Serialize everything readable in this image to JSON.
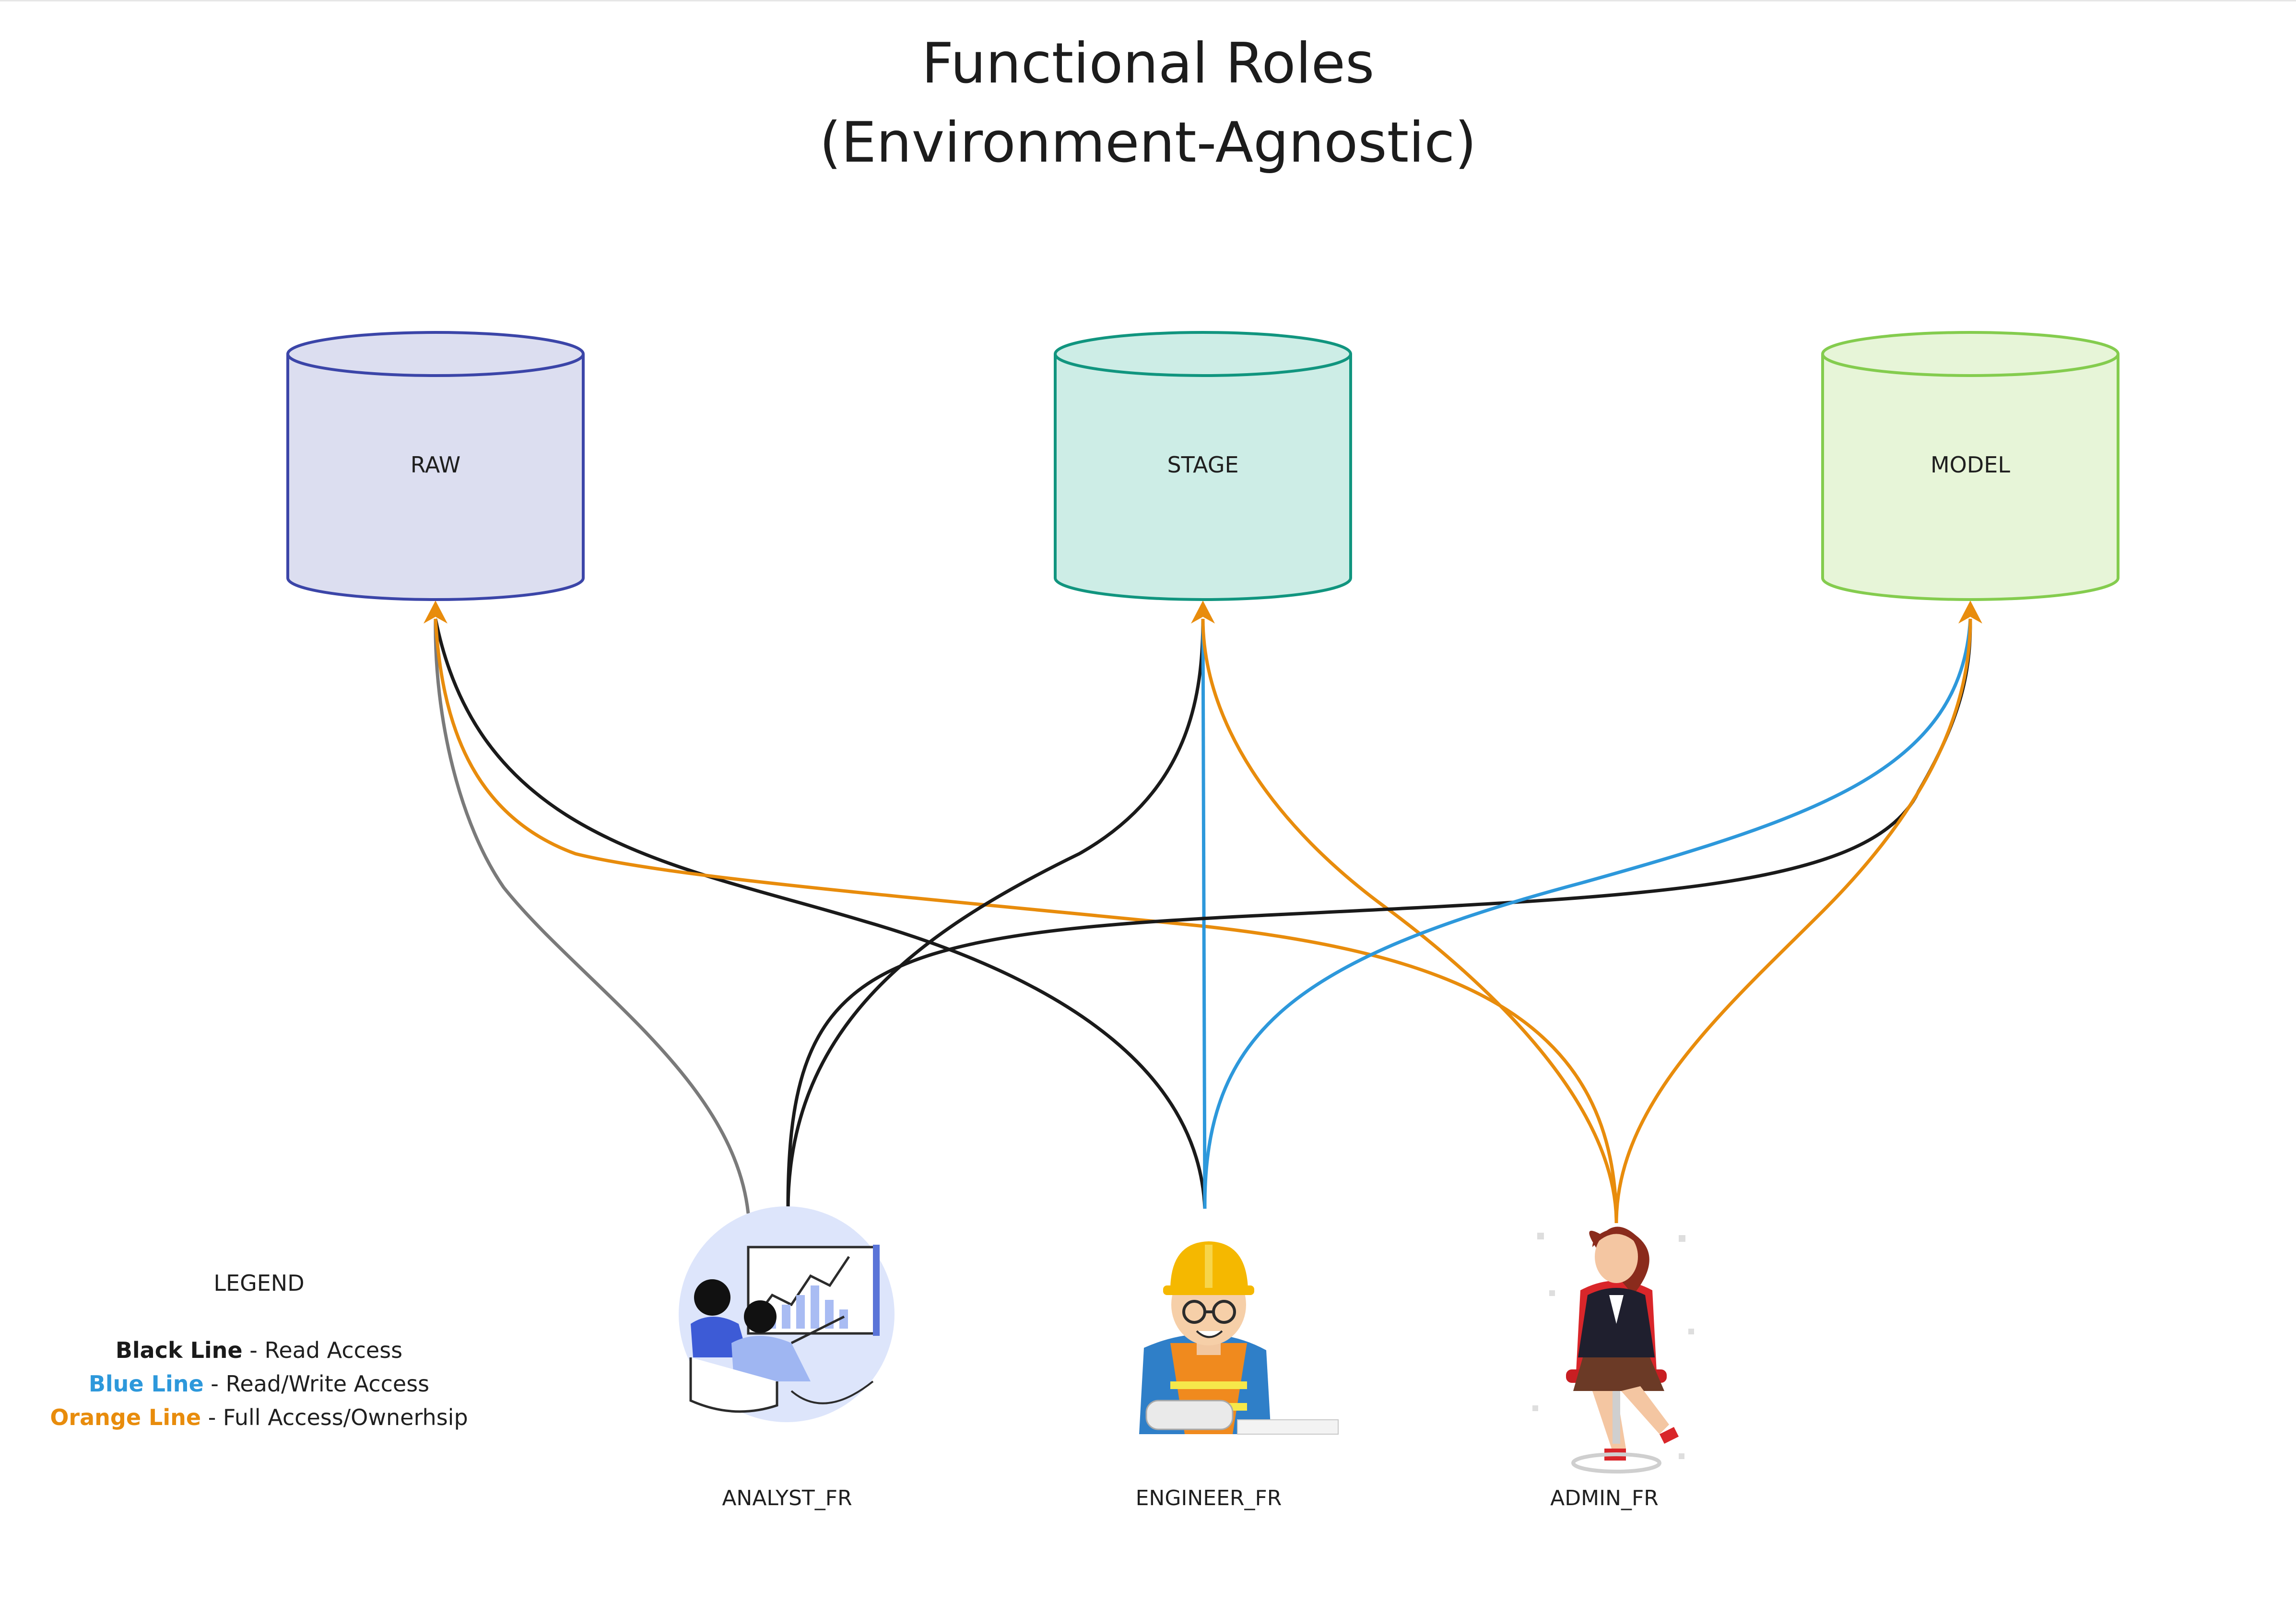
{
  "title": {
    "line1": "Functional Roles",
    "line2": "(Environment-Agnostic)"
  },
  "databases": [
    {
      "label": "RAW",
      "fill": "#dcdef0",
      "stroke": "#3b45a8"
    },
    {
      "label": "STAGE",
      "fill": "#cdede6",
      "stroke": "#11957f"
    },
    {
      "label": "MODEL",
      "fill": "#e7f5d8",
      "stroke": "#84cc4e"
    }
  ],
  "roles": [
    {
      "label": "ANALYST_FR",
      "figure": "analyst-figure-icon"
    },
    {
      "label": "ENGINEER_FR",
      "figure": "engineer-figure-icon"
    },
    {
      "label": "ADMIN_FR",
      "figure": "admin-figure-icon"
    }
  ],
  "legend": {
    "title": "LEGEND",
    "items": [
      {
        "name": "Black Line",
        "desc": " - Read Access",
        "color": "#1a1a1a"
      },
      {
        "name": "Blue Line",
        "desc": " - Read/Write Access",
        "color": "#2d98db"
      },
      {
        "name": "Orange Line",
        "desc": " - Full Access/Ownerhsip",
        "color": "#e88c0c"
      }
    ]
  },
  "line_colors": {
    "read": "#1a1a1a",
    "read_write": "#2d98db",
    "full": "#e88c0c",
    "gray": "#7a7a7a"
  }
}
